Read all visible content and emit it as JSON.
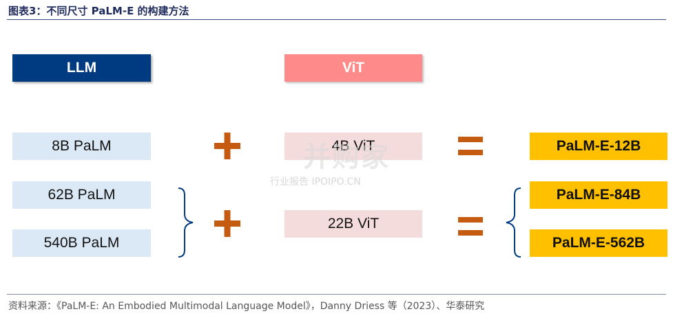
{
  "title": "图表3：不同尺寸 PaLM-E 的构建方法",
  "headers": {
    "llm": "LLM",
    "vit": "ViT"
  },
  "llm_sizes": [
    "8B PaLM",
    "62B PaLM",
    "540B PaLM"
  ],
  "vit_sizes": [
    "4B ViT",
    "22B ViT"
  ],
  "operators": {
    "plus": "+",
    "equals": "="
  },
  "outputs": [
    "PaLM-E-12B",
    "PaLM-E-84B",
    "PaLM-E-562B"
  ],
  "watermark": {
    "main": "并购家",
    "sub": "行业报告 IPOIPO.CN"
  },
  "source": "资料来源：《PaLM-E: An Embodied Multimodal Language Model》，Danny Driess 等（2023）、华泰研究",
  "colors": {
    "llm_header": "#003a80",
    "vit_header": "#ff8a8a",
    "llm_box": "#dbe8f5",
    "vit_box": "#f5dcdc",
    "output_box": "#ffc000",
    "operator": "#c55a11",
    "bracket": "#003a80"
  }
}
